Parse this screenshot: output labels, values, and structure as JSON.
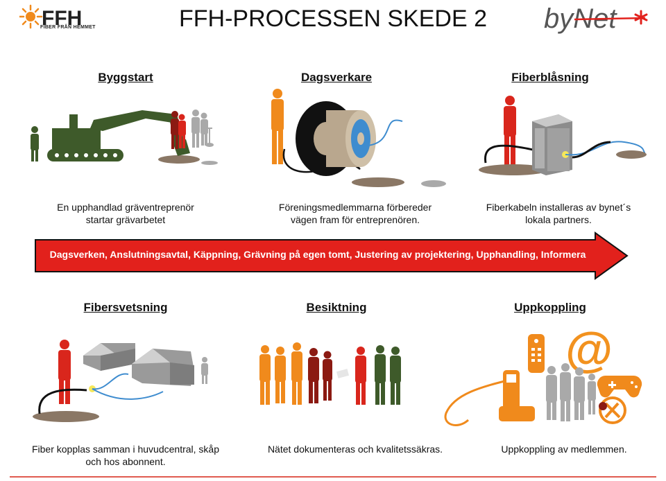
{
  "header": {
    "title": "FFH-PROCESSEN SKEDE 2",
    "logo_left_text": "FFH",
    "logo_left_subtext": "FIBER FRÅN HEMMET",
    "logo_right_text": "byNet"
  },
  "arrow": {
    "text": "Dagsverken, Anslutningsavtal, Käppning, Grävning på egen tomt, Justering av projektering, Upphandling, Informera"
  },
  "steps": [
    {
      "heading": "Byggstart",
      "caption_line1": "En upphandlad gräventreprenör",
      "caption_line2": "startar grävarbetet"
    },
    {
      "heading": "Dagsverkare",
      "caption_line1": "Föreningsmedlemmarna förbereder",
      "caption_line2": "vägen fram för entreprenören."
    },
    {
      "heading": "Fiberblåsning",
      "caption_line1": "Fiberkabeln installeras av bynet´s",
      "caption_line2": "lokala partners."
    },
    {
      "heading": "Fibersvetsning",
      "caption_line1": "Fiber kopplas samman i huvudcentral, skåp",
      "caption_line2": "och hos abonnent."
    },
    {
      "heading": "Besiktning",
      "caption_line1": "Nätet dokumenteras och kvalitetssäkras.",
      "caption_line2": ""
    },
    {
      "heading": "Uppkoppling",
      "caption_line1": "Uppkoppling av medlemmen.",
      "caption_line2": ""
    }
  ],
  "colors": {
    "arrow_red": "#e2211c",
    "excavator_green": "#3e5a2a",
    "person_red": "#d9261c",
    "person_orange": "#f08a1c",
    "person_darkred": "#8b1a12",
    "person_grey": "#a9a9a9",
    "ground_brown": "#8a7765",
    "accent_orange": "#f2921f"
  },
  "icons": [
    "excavator-icon",
    "cable-drum-icon",
    "cabinet-icon",
    "houses-icon",
    "stethoscope-icon",
    "phone-icon",
    "remote-icon",
    "at-sign-icon",
    "gamepad-icon"
  ]
}
